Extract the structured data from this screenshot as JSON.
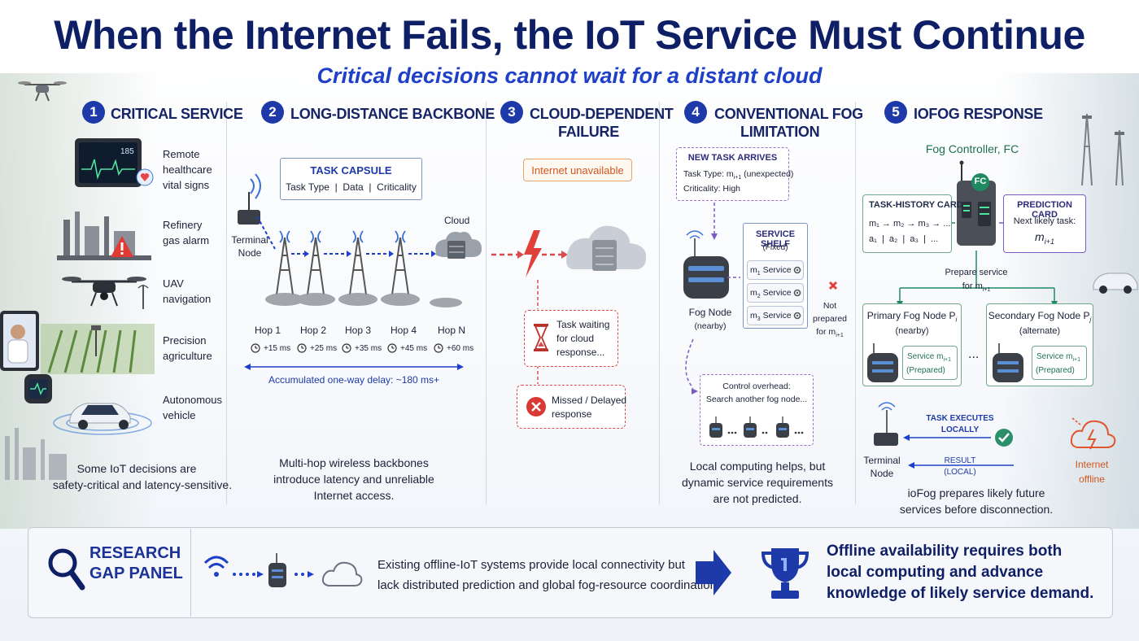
{
  "title": "When the Internet Fails, the IoT Service Must Continue",
  "subtitle": "Critical decisions cannot wait for a distant cloud",
  "sections": [
    {
      "number": "1",
      "heading": "CRITICAL SERVICE"
    },
    {
      "number": "2",
      "heading": "LONG-DISTANCE BACKBONE"
    },
    {
      "number": "3",
      "heading_line1": "CLOUD-DEPENDENT",
      "heading_line2": "FAILURE"
    },
    {
      "number": "4",
      "heading_line1": "CONVENTIONAL FOG",
      "heading_line2": "LIMITATION"
    },
    {
      "number": "5",
      "heading": "IOFOG RESPONSE"
    }
  ],
  "critical_service": {
    "items": [
      {
        "line1": "Remote",
        "line2": "healthcare",
        "line3": "vital signs"
      },
      {
        "line1": "Refinery",
        "line2": "gas alarm"
      },
      {
        "line1": "UAV",
        "line2": "navigation"
      },
      {
        "line1": "Precision",
        "line2": "agriculture"
      },
      {
        "line1": "Autonomous",
        "line2": "vehicle"
      }
    ],
    "note_line1": "Some IoT decisions are",
    "note_line2": "safety-critical and latency-sensitive.",
    "monitor_reading": "185"
  },
  "backbone": {
    "capsule_title": "TASK CAPSULE",
    "capsule_fields": "Task Type  |  Data  |  Criticality",
    "terminal_line1": "Terminal",
    "terminal_line2": "Node",
    "cloud_label": "Cloud",
    "hops": [
      {
        "name": "Hop 1",
        "delay": "+15 ms"
      },
      {
        "name": "Hop 2",
        "delay": "+25 ms"
      },
      {
        "name": "Hop 3",
        "delay": "+35 ms"
      },
      {
        "name": "Hop 4",
        "delay": "+45 ms"
      },
      {
        "name": "Hop N",
        "delay": "+60 ms"
      }
    ],
    "accumulated": "Accumulated one-way delay: ~180 ms+",
    "note_line1": "Multi-hop wireless backbones",
    "note_line2": "introduce latency and unreliable",
    "note_line3": "Internet access."
  },
  "cloud_failure": {
    "status": "Internet unavailable",
    "waiting_line1": "Task waiting",
    "waiting_line2": "for cloud",
    "waiting_line3": "response...",
    "missed_line1": "Missed / Delayed",
    "missed_line2": "response"
  },
  "conventional_fog": {
    "new_task_title": "NEW TASK ARRIVES",
    "task_type_prefix": "Task Type: m",
    "task_type_sub": "i+1",
    "task_type_suffix": " (unexpected)",
    "criticality": "Criticality: High",
    "shelf_title_line1": "SERVICE SHELF",
    "shelf_title_line2": "(Fixed)",
    "services": [
      {
        "m": "m",
        "sub": "1",
        "label": " Service"
      },
      {
        "m": "m",
        "sub": "2",
        "label": " Service"
      },
      {
        "m": "m",
        "sub": "3",
        "label": " Service"
      }
    ],
    "fog_node_line1": "Fog Node",
    "fog_node_line2": "(nearby)",
    "not_prepared_line1": "Not",
    "not_prepared_line2": "prepared",
    "not_prepared_line3": "for m",
    "not_prepared_sub": "i+1",
    "overhead_line1": "Control overhead:",
    "overhead_line2": "Search another fog node...",
    "note_line1": "Local computing helps, but",
    "note_line2": "dynamic service requirements",
    "note_line3": "are not predicted."
  },
  "iofog": {
    "controller_label": "Fog Controller, FC",
    "fc_badge": "FC",
    "history_title": "TASK-HISTORY CARD",
    "history_seq": "m₁ → m₂ → m₃ → ...",
    "history_vals": "a₁  |  a₂  |  a₃  |  ...",
    "prediction_title": "PREDICTION CARD",
    "prediction_text": "Next likely task:",
    "prediction_m": "m",
    "prediction_sub": "i+1",
    "prepare_line1": "Prepare service",
    "prepare_line2": "for m",
    "prepare_sub": "i+1",
    "primary_title": "Primary Fog Node P",
    "primary_sub": "i",
    "primary_tag": "(nearby)",
    "secondary_title": "Secondary Fog Node P",
    "secondary_sub": "j",
    "secondary_tag": "(alternate)",
    "service_label": "Service m",
    "service_sub": "i+1",
    "service_state": "(Prepared)",
    "ellipsis": "...",
    "executes_line1": "TASK EXECUTES",
    "executes_line2": "LOCALLY",
    "result_line1": "RESULT",
    "result_line2": "(LOCAL)",
    "terminal_line1": "Terminal",
    "terminal_line2": "Node",
    "offline_line1": "Internet",
    "offline_line2": "offline",
    "note_line1": "ioFog prepares likely future",
    "note_line2": "services before disconnection."
  },
  "research_gap": {
    "title_line1": "RESEARCH",
    "title_line2": "GAP PANEL",
    "text_line1": "Existing offline-IoT systems provide local connectivity but",
    "text_line2": "lack distributed prediction and global fog-resource coordination.",
    "conclusion_line1": "Offline availability requires both",
    "conclusion_line2": "local computing and advance",
    "conclusion_line3": "knowledge of likely service demand."
  },
  "colors": {
    "navy": "#0f1f66",
    "blue": "#1e40c8",
    "red": "#d84b4b",
    "purple": "#7c5cc4",
    "green": "#2a8f6a",
    "orange": "#e07a2c"
  }
}
